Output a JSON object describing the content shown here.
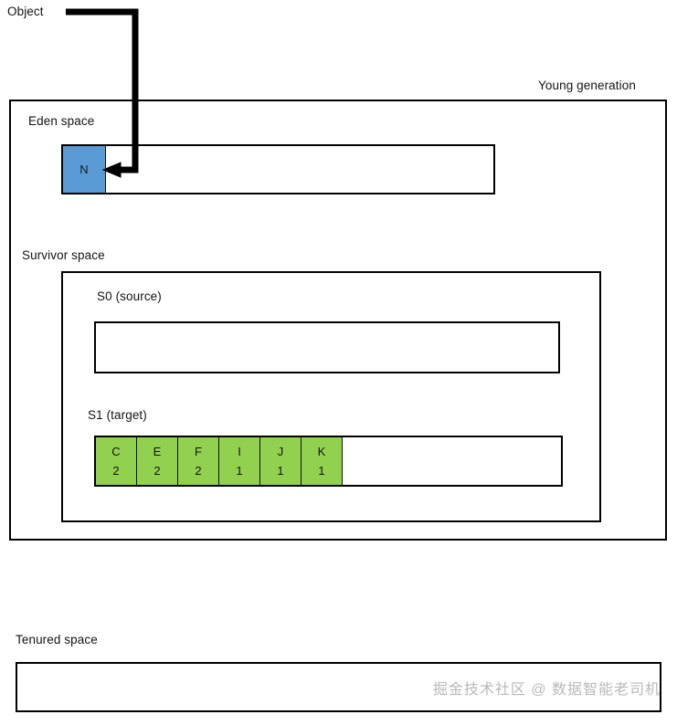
{
  "diagram": {
    "title_labels": {
      "object": "Object",
      "young_generation": "Young generation",
      "eden_space": "Eden space",
      "survivor_space": "Survivor space",
      "s0": "S0 (source)",
      "s1": "S1 (target)",
      "tenured_space": "Tenured space"
    },
    "colors": {
      "eden_object": "#5B9BD5",
      "survivor_object": "#92D050",
      "outline": "#000000",
      "watermark": "#b9b9b9"
    },
    "eden": {
      "objects": [
        {
          "name": "N"
        }
      ],
      "free_slots": 9
    },
    "s0": {
      "objects": [],
      "free_slots": 11
    },
    "s1": {
      "objects": [
        {
          "name": "C",
          "age": "2"
        },
        {
          "name": "E",
          "age": "2"
        },
        {
          "name": "F",
          "age": "2"
        },
        {
          "name": "I",
          "age": "1"
        },
        {
          "name": "J",
          "age": "1"
        },
        {
          "name": "K",
          "age": "1"
        }
      ],
      "free_slots": 5
    },
    "tenured": {
      "objects": []
    },
    "watermark": "掘金技术社区 @ 数据智能老司机"
  }
}
